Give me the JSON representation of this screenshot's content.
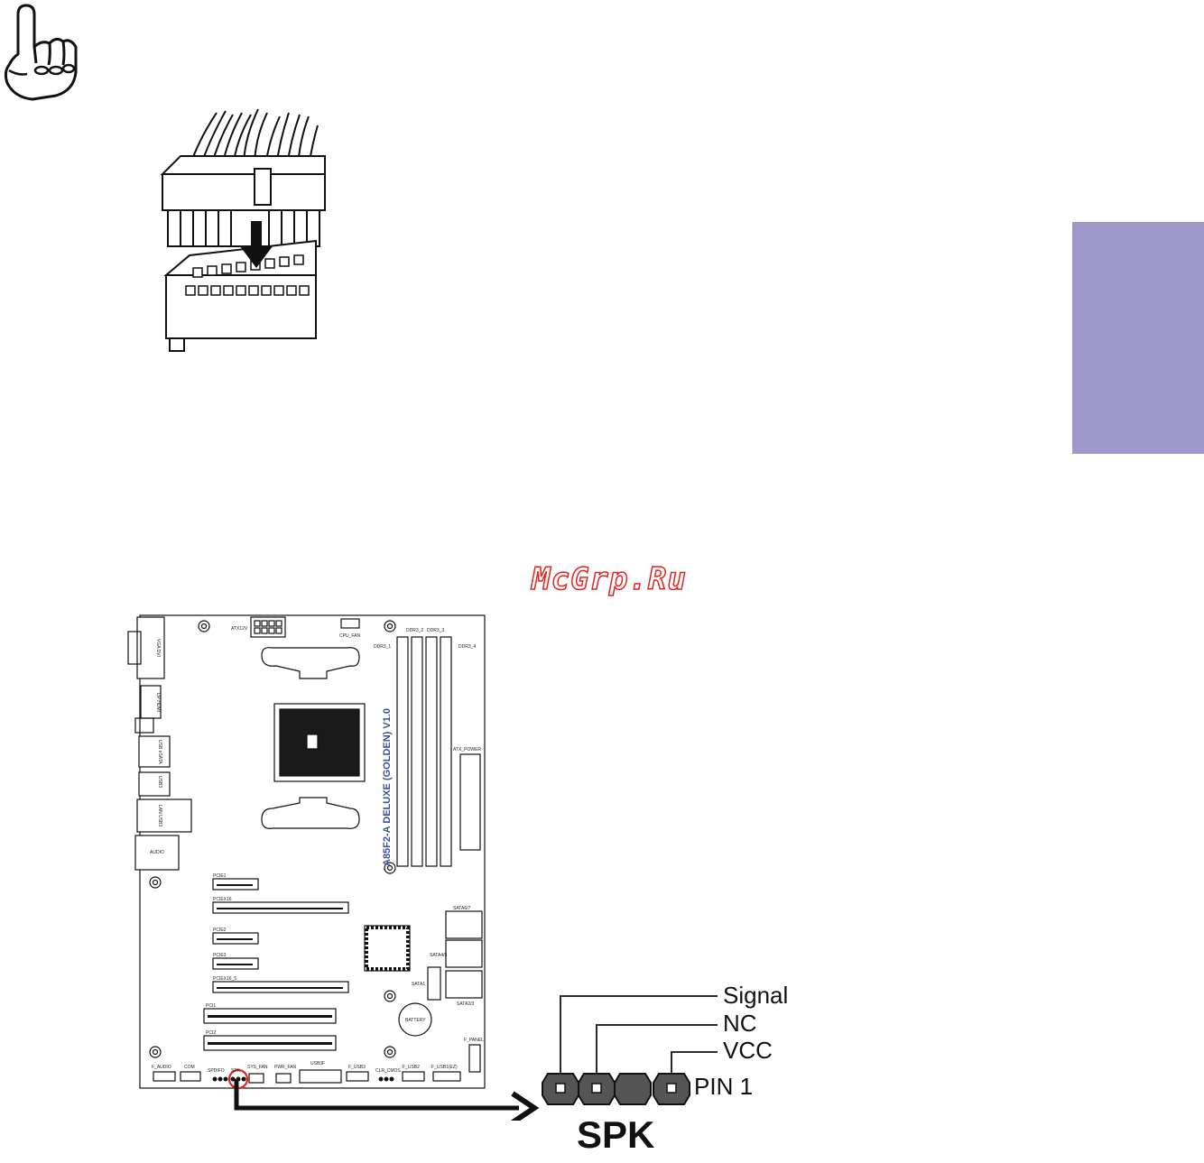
{
  "watermark": "McGrp.Ru",
  "colors": {
    "side_tab": "#9e97c9",
    "watermark_stroke": "#e3241d",
    "highlight_circle": "#e3241d",
    "board_title": "#3b4fa0"
  },
  "icons": [
    "pointing-hand-icon",
    "power-connector-illustration"
  ],
  "motherboard": {
    "model": "A85F2-A DELUXE (GOLDEN) V1.0",
    "labels": {
      "atx12v": "ATX12V",
      "cpu_fan": "CPU_FAN",
      "ddr3_1": "DDR3_1",
      "ddr3_2": "DDR3_2",
      "ddr3_3": "DDR3_3",
      "ddr3_4": "DDR3_4",
      "atx_power": "ATX_POWER",
      "vga_dvi": "VGA DVI",
      "dp_hdmi": "DP HDMI",
      "usb_esata": "USB eSATA",
      "usb": "USB3",
      "lan_usb": "LAN USB3",
      "audio": "AUDIO",
      "pcie1": "PCIE1",
      "pciex16": "PCIEX16",
      "pcie2": "PCIE2",
      "pcie3": "PCIE3",
      "pciex16_5": "PCIEX16_5",
      "pci1": "PCI1",
      "pci2": "PCI2",
      "sata67": "SATA6/7",
      "sata45": "SATA4/5",
      "sata1": "SATA1",
      "sata23": "SATA2/3",
      "battery": "BATTERY",
      "f_panel": "F_PANEL",
      "f_audio": "F_AUDIO",
      "com": "COM",
      "spdif": "SPDIFO",
      "spk": "SPK",
      "sys_fan": "SYS_FAN",
      "pwr_fan": "PWR_FAN",
      "usb3f": "USB3F",
      "f_usb3": "F_USB3",
      "clr_cmos": "CLR_CMOS",
      "f_usb2": "F_USB2",
      "f_usb1": "F_USB1(EZ)"
    }
  },
  "spk_diagram": {
    "title": "SPK",
    "pins": [
      {
        "label": "Signal"
      },
      {
        "label": "NC"
      },
      {
        "label": "VCC"
      },
      {
        "label": "PIN 1"
      }
    ]
  }
}
